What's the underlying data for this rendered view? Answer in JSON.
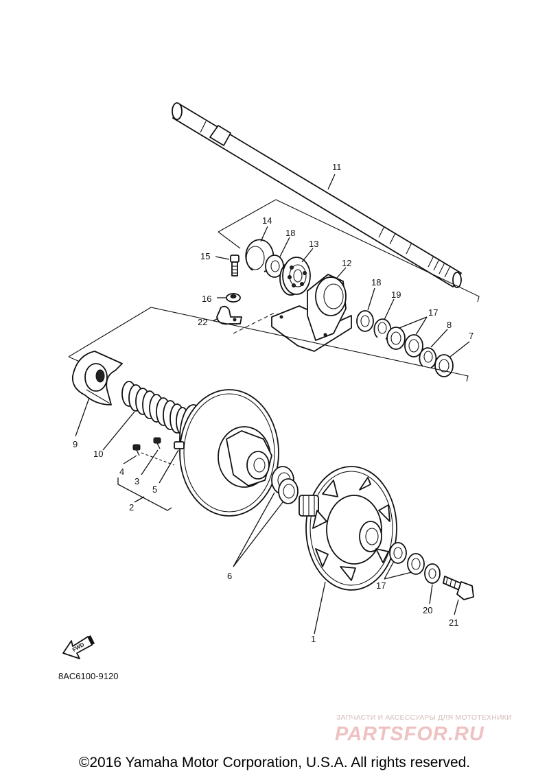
{
  "diagram": {
    "code": "8AC6100-9120",
    "fwd_label": "FWD",
    "labels": [
      "11",
      "14",
      "18",
      "13",
      "15",
      "12",
      "16",
      "22",
      "18",
      "19",
      "17",
      "8",
      "7",
      "9",
      "10",
      "4",
      "3",
      "5",
      "2",
      "6",
      "1",
      "17",
      "20",
      "21"
    ]
  },
  "footer": {
    "copyright": "©2016 Yamaha Motor Corporation, U.S.A. All rights reserved."
  },
  "watermark": {
    "tagline": "ЗАПЧАСТИ И АКСЕССУАРЫ ДЛЯ МОТОТЕХНИКИ",
    "brand": "PARTSFOR.RU"
  },
  "colors": {
    "ink": "#111111",
    "watermark": "#eec2c2"
  }
}
